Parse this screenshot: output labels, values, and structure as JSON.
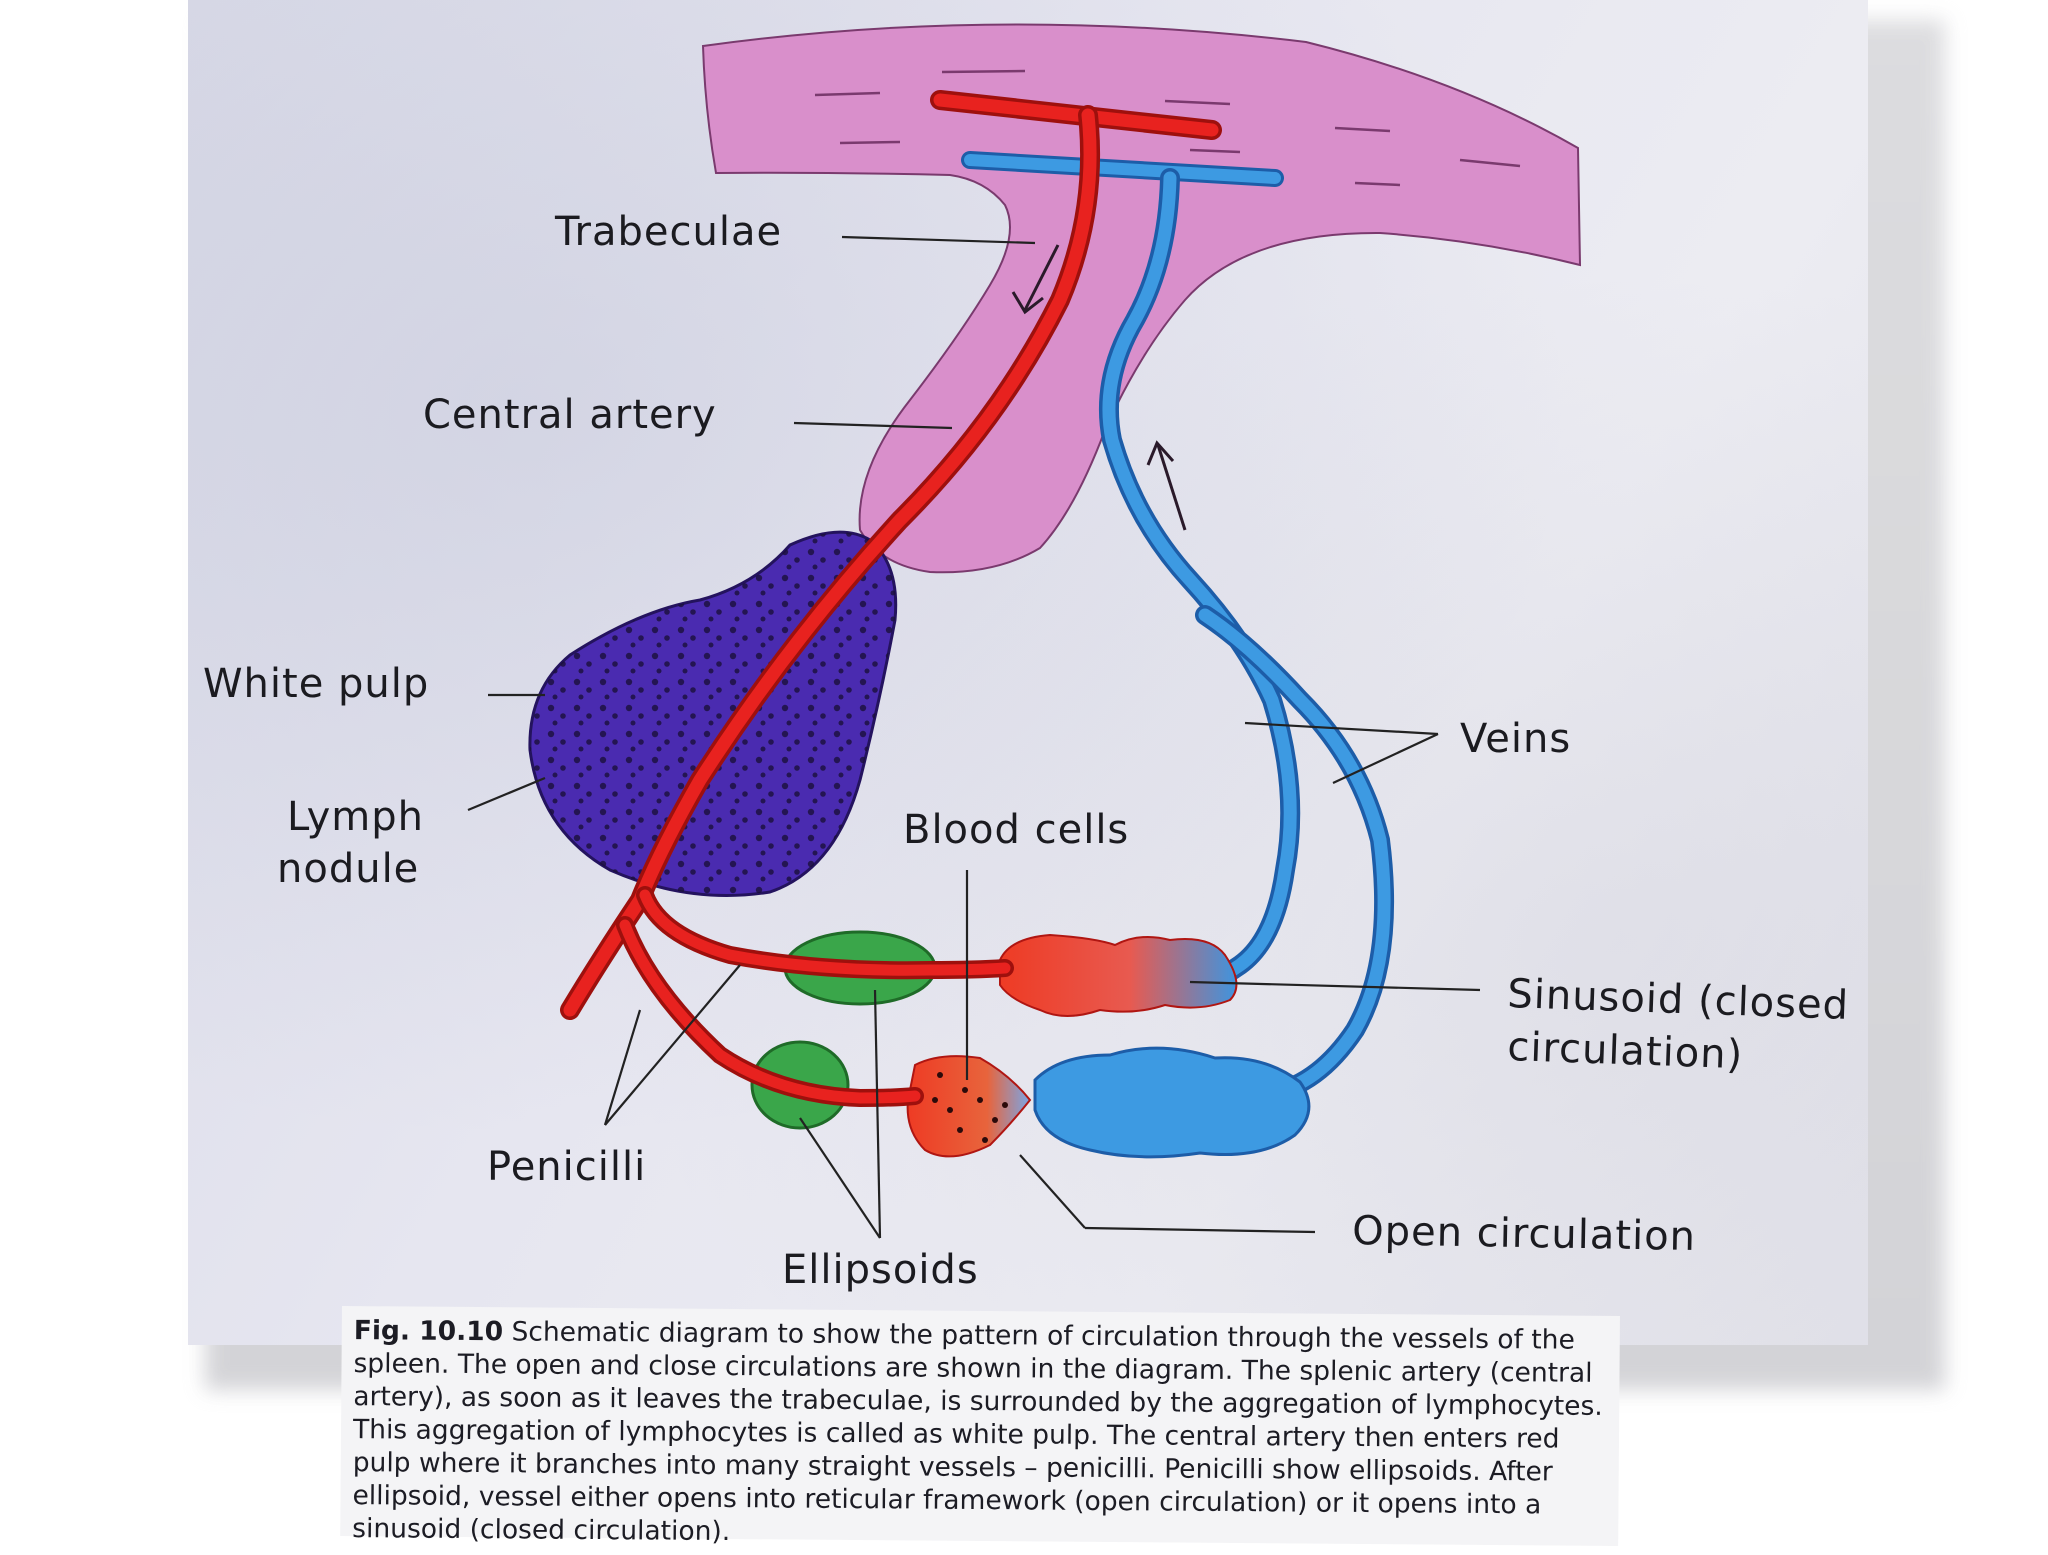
{
  "labels": {
    "trabeculae": "Trabeculae",
    "central_artery": "Central artery",
    "white_pulp": "White pulp",
    "lymph_nodule_1": "Lymph",
    "lymph_nodule_2": "nodule",
    "blood_cells": "Blood cells",
    "veins": "Veins",
    "sinusoid_1": "Sinusoid (closed",
    "sinusoid_2": "circulation)",
    "penicilli": "Penicilli",
    "ellipsoids": "Ellipsoids",
    "open_circulation": "Open circulation"
  },
  "caption": {
    "fig_number": "Fig. 10.10",
    "text": "Schematic diagram to show the pattern of circulation through the vessels of the spleen. The open and close circulations are shown in the diagram. The splenic artery (central artery), as soon as it leaves the trabeculae, is surrounded by the aggregation of lymphocytes. This aggregation of lymphocytes is called as white pulp. The central artery then enters red pulp where it branches into many straight vessels – penicilli. Penicilli show ellipsoids. After ellipsoid, vessel either opens into reticular framework (open circulation) or it opens into a sinusoid (closed circulation)."
  },
  "colors": {
    "trabeculae": "#d98fcb",
    "artery": "#e8221f",
    "vein": "#2f8fdc",
    "white_pulp": "#4a2bb0",
    "ellipsoid": "#3aa64a"
  }
}
